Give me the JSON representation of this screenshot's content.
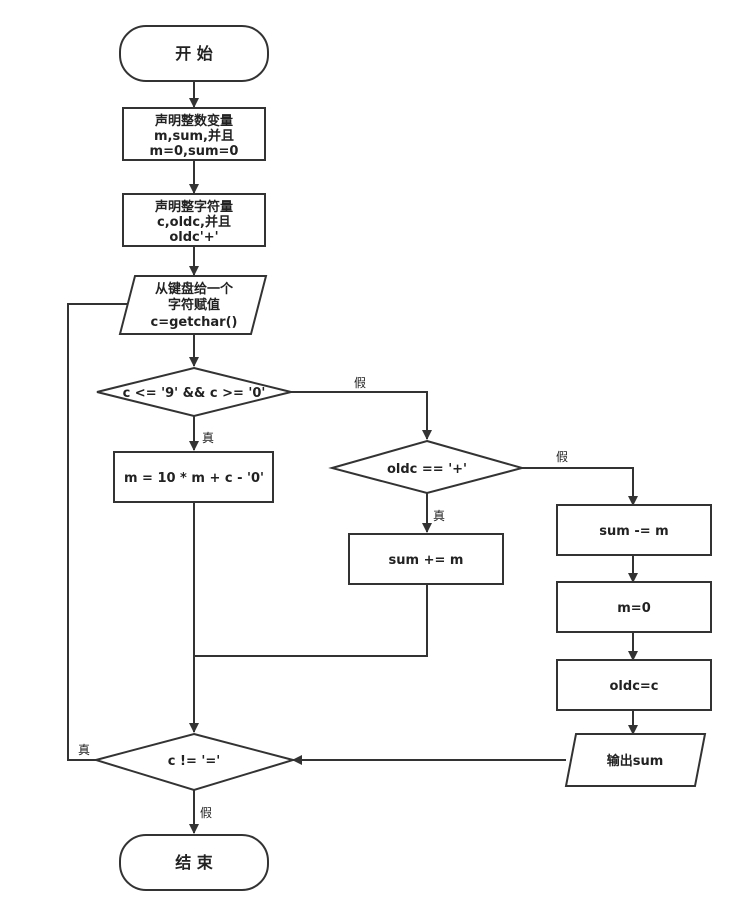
{
  "nodes": {
    "start": "开 始",
    "declare_int": [
      "声明整数变量",
      "m,sum,并且",
      "m=0,sum=0"
    ],
    "declare_char": [
      "声明整字符量",
      "c,oldc,并且",
      "oldc'+'"
    ],
    "input": [
      "从键盘给一个",
      "字符赋值",
      "c=getchar()"
    ],
    "cond_digit": "c <= '9' && c >= '0'",
    "accumulate": "m = 10 * m + c - '0'",
    "cond_plus": "oldc == '+'",
    "sum_add": "sum += m",
    "sum_sub": "sum -= m",
    "reset_m": "m=0",
    "set_oldc": "oldc=c",
    "output": "输出sum",
    "cond_end": "c != '='",
    "end": "结  束"
  },
  "edges": {
    "true": "真",
    "false": "假"
  },
  "colors": {
    "stroke": "#333333",
    "fill": "#ffffff",
    "text": "#222222"
  }
}
